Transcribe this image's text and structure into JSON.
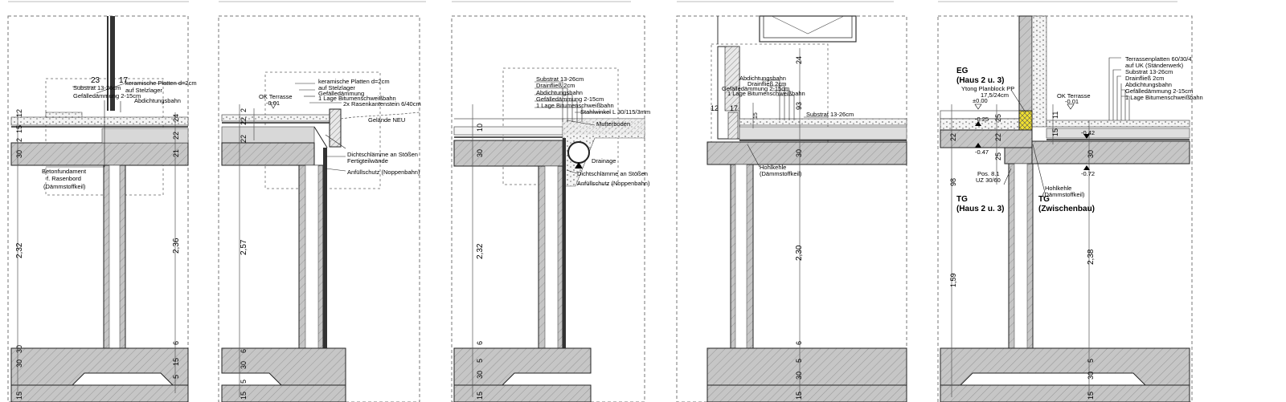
{
  "panels": [
    {
      "labels": [
        "keramische Platten d=2cm",
        "auf Stelzlager",
        "Substrat 13-26cm",
        "Gefälledämmung 2-15cm",
        "Abdichtungsbahn",
        "Betonfundament",
        "f. Rasenbord",
        "(Dämmstoffkeil)"
      ],
      "dims": [
        "23",
        "17",
        "12",
        "15",
        "2",
        "30",
        "24",
        "22",
        "21",
        "2,32",
        "2,36",
        "30",
        "6",
        "5",
        "15",
        "30",
        "15"
      ]
    },
    {
      "labels": [
        "OK Terrasse",
        "-0.01",
        "keramische Platten d=2cm",
        "auf Stelzlager",
        "Gefälledämmung",
        "1 Lage Bitumenschweißbahn",
        "2x Rasenkantenstein 6/40cm",
        "Gelände NEU",
        "Dichtschlämme an Stößen",
        "Fertigteilwände",
        "Anfüllschutz (Noppenbahn)"
      ],
      "dims": [
        "2",
        "22",
        "22",
        "2,57",
        "30",
        "6",
        "5",
        "15"
      ]
    },
    {
      "labels": [
        "Substrat 13-26cm",
        "Drainfließ 2cm",
        "Abdichtungsbahn",
        "Gefälledämmung 2-15cm",
        "1 Lage Bitumenschweißbahn",
        "Stahlwinkel L 30/115/3mm",
        "Mutterboden",
        "Drainage",
        "Dichtschlämme an Stößen",
        "Anfüllschutz (Noppenbahn)"
      ],
      "dims": [
        "10",
        "30",
        "2,32",
        "6",
        "5",
        "30",
        "15"
      ]
    },
    {
      "labels": [
        "Abdichtungsbahn",
        "Drainfließ 2cm",
        "Gefälledämmung 2-15cm",
        "1 Lage Bitumenschweißbahn",
        "Substrat 13-26cm",
        "Hohlkehle",
        "(Dämmstoffkeil)"
      ],
      "dims": [
        "24",
        "12",
        "17",
        "15",
        "93",
        "30",
        "2,30",
        "6",
        "5",
        "30",
        "15"
      ]
    },
    {
      "labels": [
        "EG",
        "(Haus 2 u. 3)",
        "Ytong Planblock PP",
        "17,5/24cm",
        "±0.00",
        "-0.25",
        "-0.47",
        "Pos. 8.1",
        "UZ 30/60",
        "TG",
        "(Haus 2 u. 3)",
        "TG",
        "(Zwischenbau)",
        "Hohlkehle",
        "(Dämmstoffkeil)",
        "Terrassenplatten 60/30/4",
        "auf UK (Ständerwerk)",
        "Substrat 13-26cm",
        "Drainfließ 2cm",
        "Abdichtungsbahn",
        "Gefälledämmung 2-15cm",
        "1 Lage Bitumenschweißbahn",
        "OK Terrasse",
        "-0.01",
        "-0.42",
        "-0.72"
      ],
      "dims": [
        "25",
        "22",
        "25",
        "22",
        "98",
        "1,59",
        "11",
        "15",
        "30",
        "2,38",
        "5",
        "30",
        "15"
      ]
    }
  ],
  "colors": {
    "concrete": "#c4c4c4",
    "slab_dark": "#9a9a9a",
    "line": "#222222",
    "dim_line": "#555555",
    "highlight_block": "#f0e030",
    "background": "#ffffff"
  }
}
